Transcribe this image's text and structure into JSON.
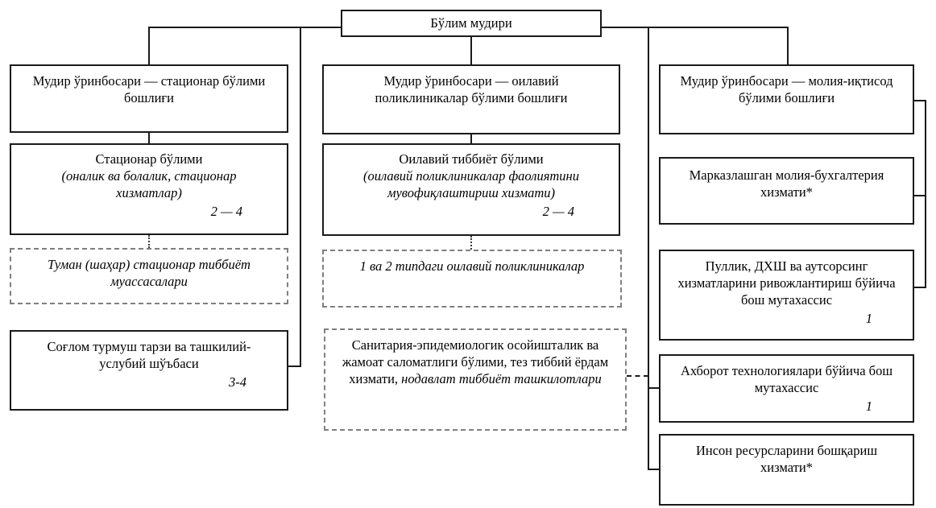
{
  "colors": {
    "background": "#ffffff",
    "text": "#000000",
    "solid_border": "#1a1a1a",
    "dashed_box_border": "#7f7f7f",
    "connector_line": "#1a1a1a"
  },
  "nodes": {
    "root": {
      "title": "Бўлим мудири"
    },
    "l1": {
      "title": "Мудир ўринбосари — стационар бўлими бошлиғи"
    },
    "l2": {
      "title": "Стационар бўлими",
      "subtitle": "(оналик ва болалик, стационар хизматлар)",
      "count": "2 — 4"
    },
    "l3": {
      "title": "Туман (шаҳар) стационар тиббиёт муассасалари"
    },
    "l4": {
      "title": "Соғлом турмуш тарзи ва ташкилий-услубий шўъбаси",
      "count": "3-4"
    },
    "m1": {
      "title": "Мудир ўринбосари — оилавий поликлиникалар бўлими бошлиғи"
    },
    "m2": {
      "title": "Оилавий тиббиёт бўлими",
      "subtitle": "(оилавий поликлиникалар фаолиятини мувофиқлаштириш хизмати)",
      "count": "2 — 4"
    },
    "m3": {
      "title": "1 ва 2 типдаги оилавий поликлиникалар"
    },
    "m4": {
      "text_regular": "Санитария-эпидемиологик осойишталик ва жамоат саломатлиги бўлими, тез тиббий ёрдам хизмати, ",
      "text_italic": "нодавлат тиббиёт ташкилотлари"
    },
    "r1": {
      "title": "Мудир ўринбосари — молия-иқтисод бўлими бошлиғи"
    },
    "r2": {
      "title": "Марказлашган молия-бухгалтерия хизмати*"
    },
    "r3": {
      "title": "Пуллик, ДХШ ва аутсорсинг хизматларини ривожлантириш бўйича бош мутахассис",
      "count": "1"
    },
    "r4": {
      "title": "Ахборот технологиялари бўйича бош мутахассис",
      "count": "1"
    },
    "r5": {
      "title": "Инсон ресурсларини бошқариш хизмати*"
    }
  }
}
